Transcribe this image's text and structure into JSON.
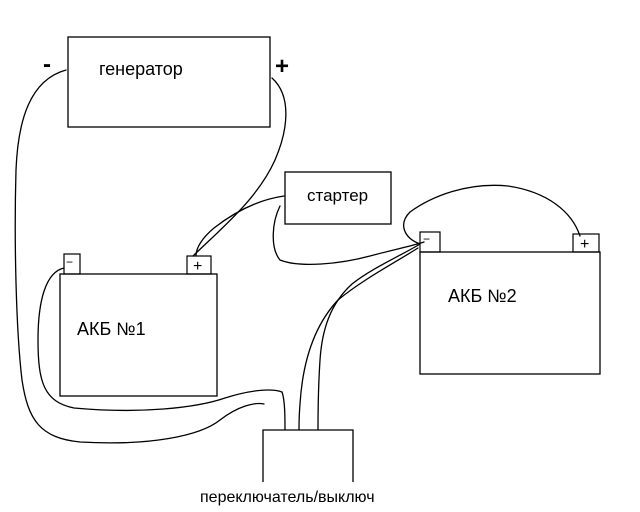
{
  "generator": {
    "label": "генератор",
    "minus_sign": "-",
    "plus_sign": "+"
  },
  "starter": {
    "label": "стартер"
  },
  "battery1": {
    "label": "АКБ №1",
    "minus_terminal": "−",
    "plus_terminal": "+"
  },
  "battery2": {
    "label": "АКБ №2",
    "minus_terminal": "−",
    "plus_terminal": "+"
  },
  "switch": {
    "label": "переключатель/выключ"
  },
  "colors": {
    "line": "#000000",
    "background": "#ffffff"
  }
}
